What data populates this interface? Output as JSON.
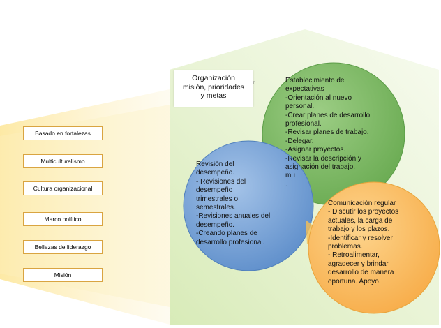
{
  "title": "Organización\nmisión, prioridades\ny metas",
  "stray_mark": "ᵀ",
  "left_items": [
    "Basado en fortalezas",
    "Multiculturalismo",
    "Cultura organizacional",
    "Marco político",
    "Bellezas de liderazgo",
    "Misión"
  ],
  "circles": {
    "top": "Establecimiento de\nexpectativas\n-Orientación al nuevo\npersonal.\n-Crear planes de desarrollo\nprofesional.\n-Revisar planes de trabajo.\n-Delegar.\n-Asignar proyectos.\n-Revisar la descripción y\nasignación del trabajo.\nmu\n.",
    "left": "Revisión del\ndesempeño.\n- Revisiones del\ndesempeño\ntrimestrales o\nsemestrales.\n-Revisiones anuales del\ndesempeño.\n-Creando planes de\ndesarrollo profesional.",
    "right": "Comunicación regular\n- Discutir los proyectos\nactuales, la carga de\ntrabajo y los plazos.\n-Identificar y resolver\nproblemas.\n- Retroalimentar,\nagradecer y brindar\ndesarrollo de manera\noportuna. Apoyo."
  },
  "colors": {
    "house_light": "#eef6dd",
    "house_dark": "#cfe6a6",
    "circle_green": "#7ebc66",
    "circle_blue": "#78a3d6",
    "circle_orange": "#fbc46e",
    "beam": "#fbe9a8"
  }
}
